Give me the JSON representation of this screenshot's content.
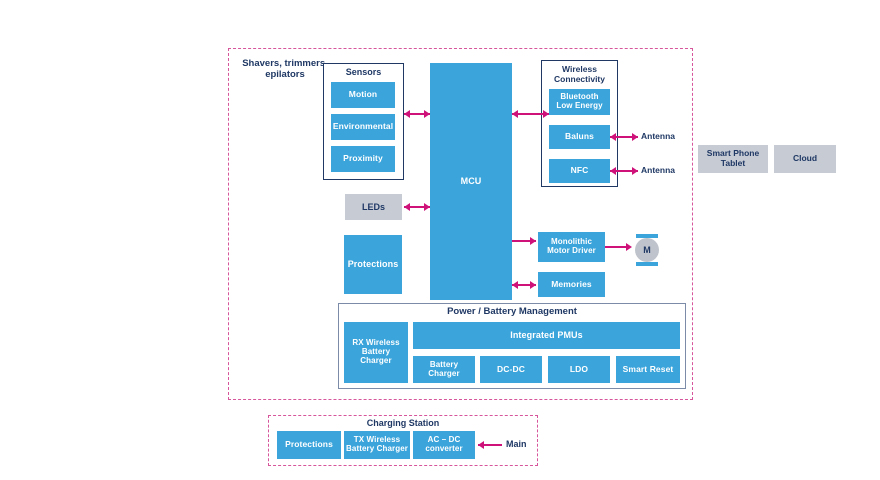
{
  "diagram": {
    "title": "Shavers, trimmers, epilators",
    "colors": {
      "block_blue": "#3AA4DB",
      "block_gray": "#C6CBD4",
      "arrow_magenta": "#CE1279",
      "dashed_border": "#D6559B",
      "text_navy": "#1F3864"
    }
  },
  "sensors": {
    "title": "Sensors",
    "items": [
      {
        "label": "Motion"
      },
      {
        "label": "Environmental"
      },
      {
        "label": "Proximity"
      }
    ]
  },
  "wireless": {
    "title": "Wireless Connectivity",
    "title_line1": "Wireless",
    "title_line2": "Connectivity",
    "items": [
      {
        "label": "Bluetooth Low Energy",
        "line1": "Bluetooth",
        "line2": "Low Energy"
      },
      {
        "label": "Baluns"
      },
      {
        "label": "NFC"
      }
    ],
    "antenna_labels": [
      "Antenna",
      "Antenna"
    ]
  },
  "mcu": {
    "label": "MCU"
  },
  "leds": {
    "label": "LEDs"
  },
  "protections": {
    "label": "Protections"
  },
  "motor_driver": {
    "line1": "Monolithic",
    "line2": "Motor Driver"
  },
  "motor": {
    "symbol": "M"
  },
  "memories": {
    "label": "Memories"
  },
  "power": {
    "title": "Power / Battery Management",
    "rx_charger": {
      "line1": "RX Wireless",
      "line2": "Battery",
      "line3": "Charger"
    },
    "pmu_header": "Integrated PMUs",
    "pmu_items": [
      {
        "label": "Battery Charger",
        "line1": "Battery",
        "line2": "Charger"
      },
      {
        "label": "DC-DC"
      },
      {
        "label": "LDO"
      },
      {
        "label": "Smart Reset"
      }
    ]
  },
  "charging_station": {
    "title": "Charging Station",
    "items": [
      {
        "label": "Protections"
      },
      {
        "label": "TX Wireless Battery Charger",
        "line1": "TX Wireless",
        "line2": "Battery Charger"
      },
      {
        "label": "AC – DC converter",
        "line1": "AC – DC",
        "line2": "converter"
      }
    ],
    "main_label": "Main"
  },
  "external": [
    {
      "label": "Smart Phone Tablet",
      "line1": "Smart Phone",
      "line2": "Tablet"
    },
    {
      "label": "Cloud"
    }
  ]
}
